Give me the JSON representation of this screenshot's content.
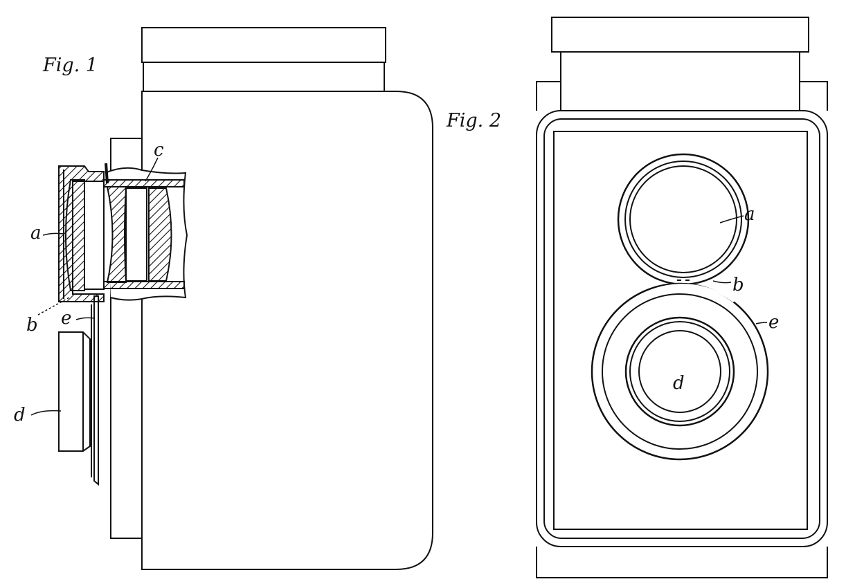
{
  "figure1": {
    "title": "Fig. 1",
    "labels": {
      "a": "a",
      "b": "b",
      "c": "c",
      "d": "d",
      "e": "e"
    }
  },
  "figure2": {
    "title": "Fig. 2",
    "labels": {
      "a": "a",
      "b": "b",
      "d": "d",
      "e": "e"
    }
  },
  "colors": {
    "ink": "#111111",
    "paper": "#ffffff"
  }
}
